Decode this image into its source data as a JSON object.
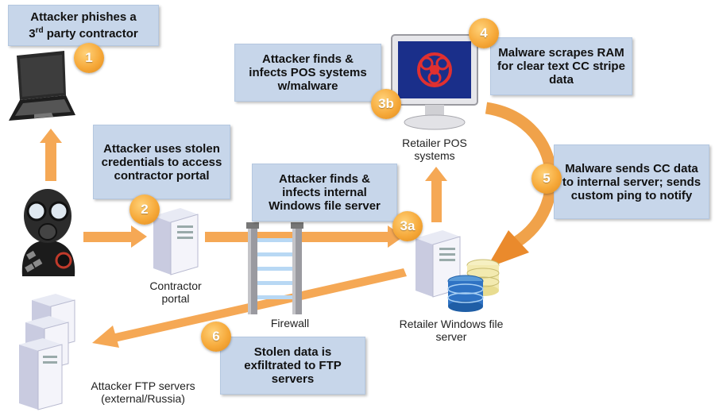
{
  "steps": {
    "s1": {
      "num": "1",
      "text_a": "Attacker phishes a",
      "text_b": "3",
      "text_sup": "rd",
      "text_c": " party contractor"
    },
    "s2": {
      "num": "2",
      "text": "Attacker uses stolen credentials to access contractor portal"
    },
    "s3a": {
      "num": "3a",
      "text": "Attacker finds & infects internal Windows file server"
    },
    "s3b": {
      "num": "3b",
      "text": "Attacker finds & infects POS systems w/malware"
    },
    "s4": {
      "num": "4",
      "text": "Malware scrapes RAM for clear text CC stripe data"
    },
    "s5": {
      "num": "5",
      "text": "Malware sends CC data to internal server; sends custom ping to notify"
    },
    "s6": {
      "num": "6",
      "text": "Stolen data is exfiltrated to FTP servers"
    }
  },
  "labels": {
    "contractor_portal": "Contractor portal",
    "firewall": "Firewall",
    "pos": "Retailer POS systems",
    "file_server": "Retailer Windows file server",
    "ftp": "Attacker FTP servers (external/Russia)"
  },
  "icons": {
    "laptop": "laptop-icon",
    "attacker": "gas-mask-attacker-icon",
    "server": "server-icon",
    "firewall": "firewall-icon",
    "monitor": "monitor-biohazard-icon",
    "database": "database-icon"
  },
  "colors": {
    "arrow": "#f5a855",
    "arrow_dark": "#ea8a2c",
    "box_fill": "#c7d6ea",
    "badge": "#f6a93a"
  }
}
